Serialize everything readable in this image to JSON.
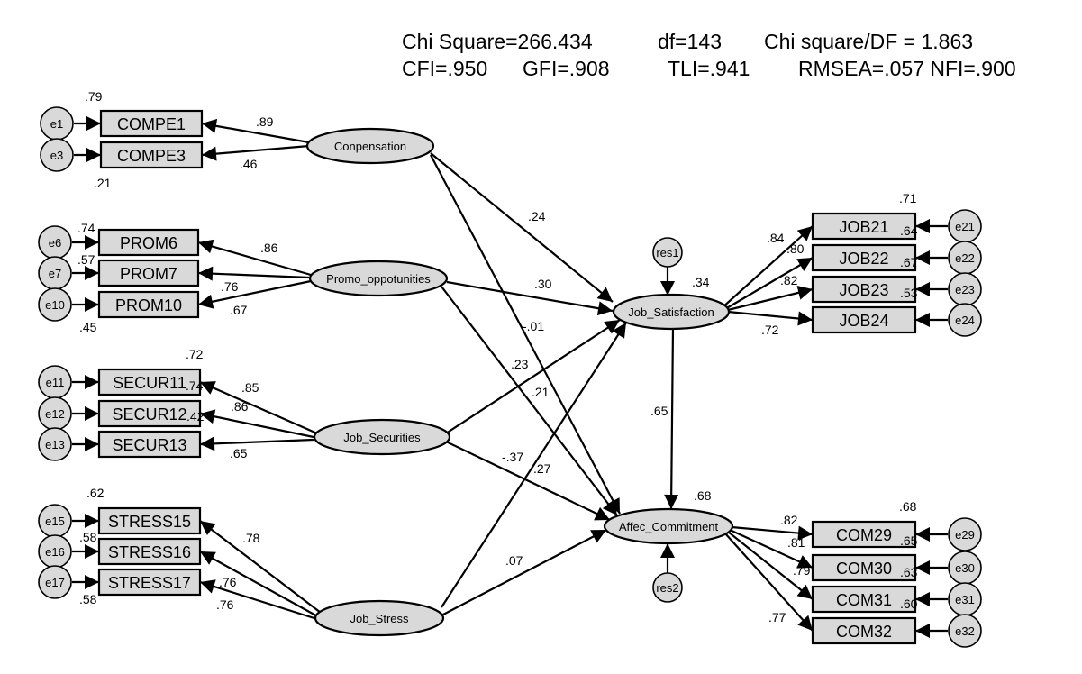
{
  "fit_stats": {
    "chi_square": "Chi Square=266.434",
    "df": "df=143",
    "chi_df": "Chi square/DF = 1.863",
    "cfi": "CFI=.950",
    "gfi": "GFI=.908",
    "tli": "TLI=.941",
    "rmsea_nfi": "RMSEA=.057 NFI=.900"
  },
  "latents": {
    "compensation": "Conpensation",
    "promotion": "Promo_oppotunities",
    "security": "Job_Securities",
    "stress": "Job_Stress",
    "satisfaction": "Job_Satisfaction",
    "commitment": "Affec_Commitment"
  },
  "indicators": {
    "compe1": "COMPE1",
    "compe3": "COMPE3",
    "prom6": "PROM6",
    "prom7": "PROM7",
    "prom10": "PROM10",
    "secur11": "SECUR11",
    "secur12": "SECUR12",
    "secur13": "SECUR13",
    "stress15": "STRESS15",
    "stress16": "STRESS16",
    "stress17": "STRESS17",
    "job21": "JOB21",
    "job22": "JOB22",
    "job23": "JOB23",
    "job24": "JOB24",
    "com29": "COM29",
    "com30": "COM30",
    "com31": "COM31",
    "com32": "COM32"
  },
  "errors": {
    "e1": "e1",
    "e3": "e3",
    "e6": "e6",
    "e7": "e7",
    "e10": "e10",
    "e11": "e11",
    "e12": "e12",
    "e13": "e13",
    "e15": "e15",
    "e16": "e16",
    "e17": "e17",
    "e21": "e21",
    "e22": "e22",
    "e23": "e23",
    "e24": "e24",
    "e29": "e29",
    "e30": "e30",
    "e31": "e31",
    "e32": "e32",
    "res1": "res1",
    "res2": "res2"
  },
  "loadings": {
    "compe1": ".89",
    "compe3": ".46",
    "prom6": ".86",
    "prom7": ".76",
    "prom10": ".67",
    "secur11": ".85",
    "secur12": ".86",
    "secur13": ".65",
    "stress15": ".78",
    "stress16": ".76",
    "stress17": ".76",
    "job21": ".84",
    "job22": ".80",
    "job23": ".82",
    "job24": ".72",
    "com29": ".82",
    "com30": ".81",
    "com31": ".79",
    "com32": ".77"
  },
  "r_squared": {
    "compe1": ".79",
    "compe3": ".21",
    "prom6": ".74",
    "prom7": ".57",
    "prom10": ".45",
    "secur11": ".72",
    "secur12": ".74",
    "secur13": ".42",
    "stress15": ".62",
    "stress16": ".58",
    "stress17": ".58",
    "job21": ".71",
    "job22": ".64",
    "job23": ".67",
    "job24": ".53",
    "com29": ".68",
    "com30": ".65",
    "com31": ".63",
    "com32": ".60",
    "satisfaction": ".34",
    "commitment": ".68"
  },
  "structural": {
    "comp_sat": ".24",
    "comp_com": "-.01",
    "prom_sat": ".30",
    "prom_com": ".23",
    "sec_sat": ".21",
    "sec_com": "-.37",
    "str_sat": ".27",
    "str_com": ".07",
    "sat_com": ".65"
  }
}
